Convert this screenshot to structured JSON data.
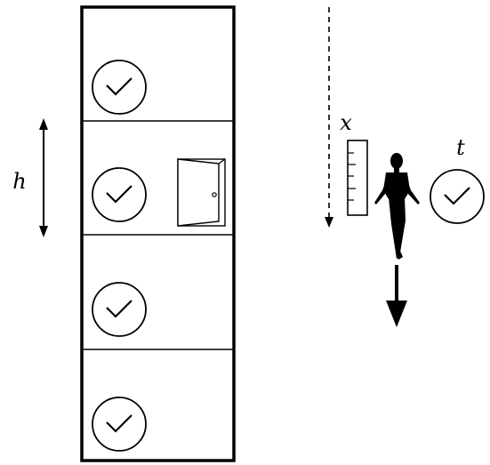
{
  "labels": {
    "height": "h",
    "position": "x",
    "time": "t"
  },
  "colors": {
    "ink": "#000000",
    "paper": "#ffffff"
  },
  "icons": {
    "floor_clock": "clock-icon",
    "door": "door-icon",
    "ruler": "ruler-icon",
    "person": "person-silhouette-icon",
    "observer_clock": "clock-icon",
    "fall_arrow": "arrow-down-icon"
  }
}
